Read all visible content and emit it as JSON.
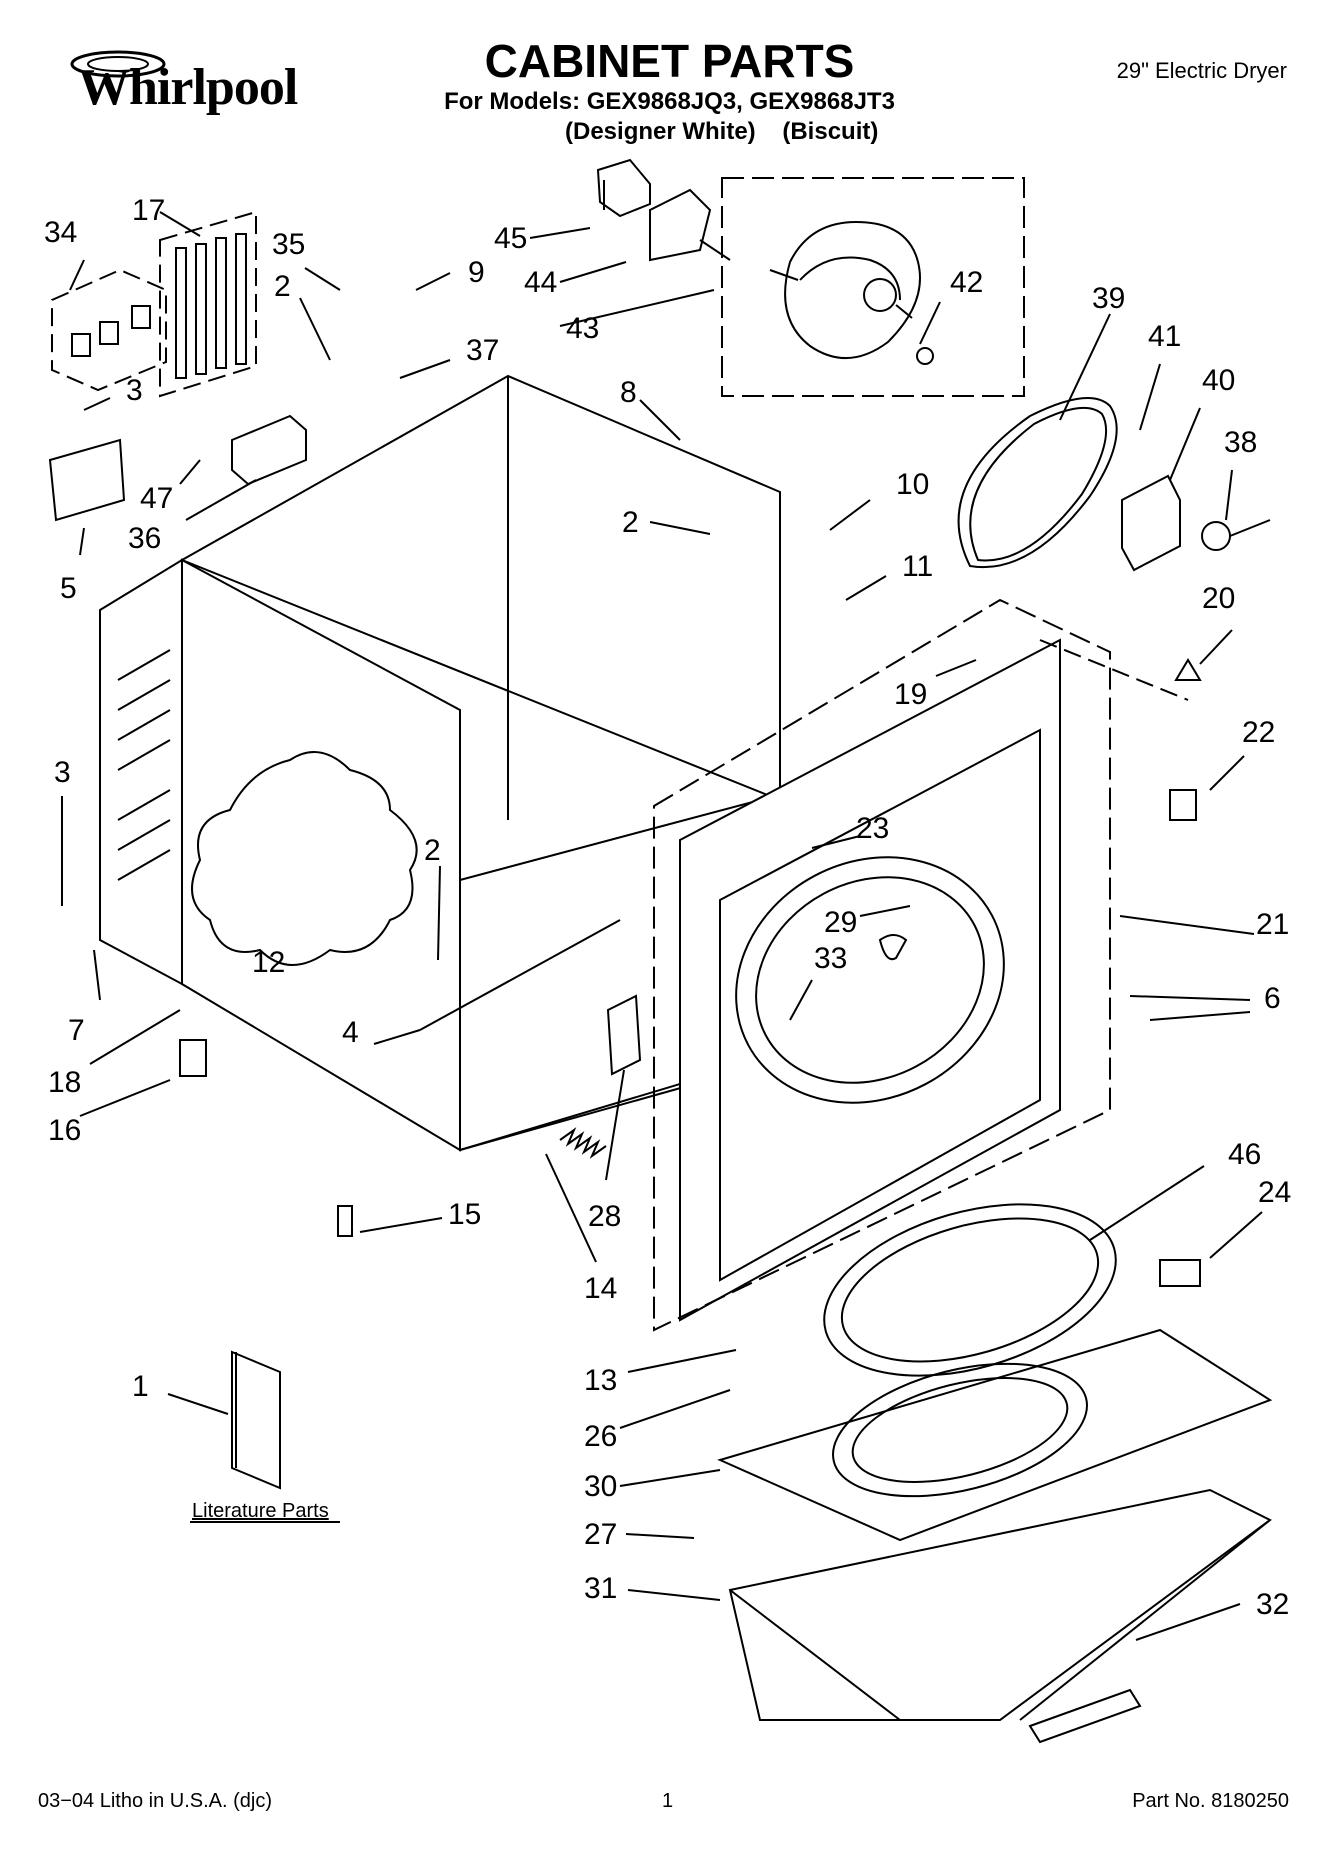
{
  "header": {
    "brand": "Whirlpool",
    "title": "CABINET PARTS",
    "models": "For Models: GEX9868JQ3, GEX9868JT3",
    "colors": "(Designer White)    (Biscuit)",
    "product": "29\" Electric Dryer"
  },
  "literature_label": "Literature Parts",
  "footer": {
    "left": "03−04 Litho in U.S.A. (djc)",
    "page": "1",
    "part_no": "Part No. 8180250"
  },
  "callouts": [
    "34",
    "17",
    "35",
    "2",
    "9",
    "45",
    "44",
    "43",
    "42",
    "39",
    "41",
    "40",
    "38",
    "3",
    "37",
    "8",
    "10",
    "47",
    "36",
    "2",
    "11",
    "5",
    "20",
    "19",
    "22",
    "3",
    "23",
    "2",
    "21",
    "29",
    "33",
    "12",
    "6",
    "7",
    "4",
    "18",
    "16",
    "28",
    "15",
    "14",
    "46",
    "24",
    "1",
    "13",
    "26",
    "30",
    "27",
    "31",
    "32"
  ]
}
